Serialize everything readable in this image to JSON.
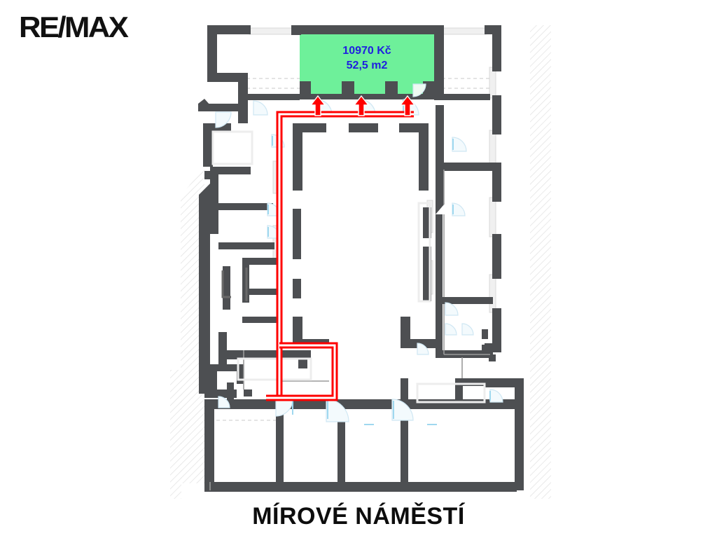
{
  "brand": {
    "logo_text": "RE/MAX"
  },
  "caption": {
    "text": "MÍROVÉ NÁMĚSTÍ"
  },
  "unit": {
    "price_label": "10970 Kč",
    "area_label": "52,5 m2",
    "highlight_color": "#6ef09a",
    "label_color": "#1f1fe0"
  },
  "access_route": {
    "color": "#ff0000",
    "arrow_count": 3,
    "arrow_direction": "up"
  },
  "plan": {
    "wall_color": "#4d4f52",
    "opening_color": "#efefef",
    "door_arc_color": "#bfe4f5",
    "hatch_color": "#e8e8e8",
    "background": "#ffffff"
  }
}
